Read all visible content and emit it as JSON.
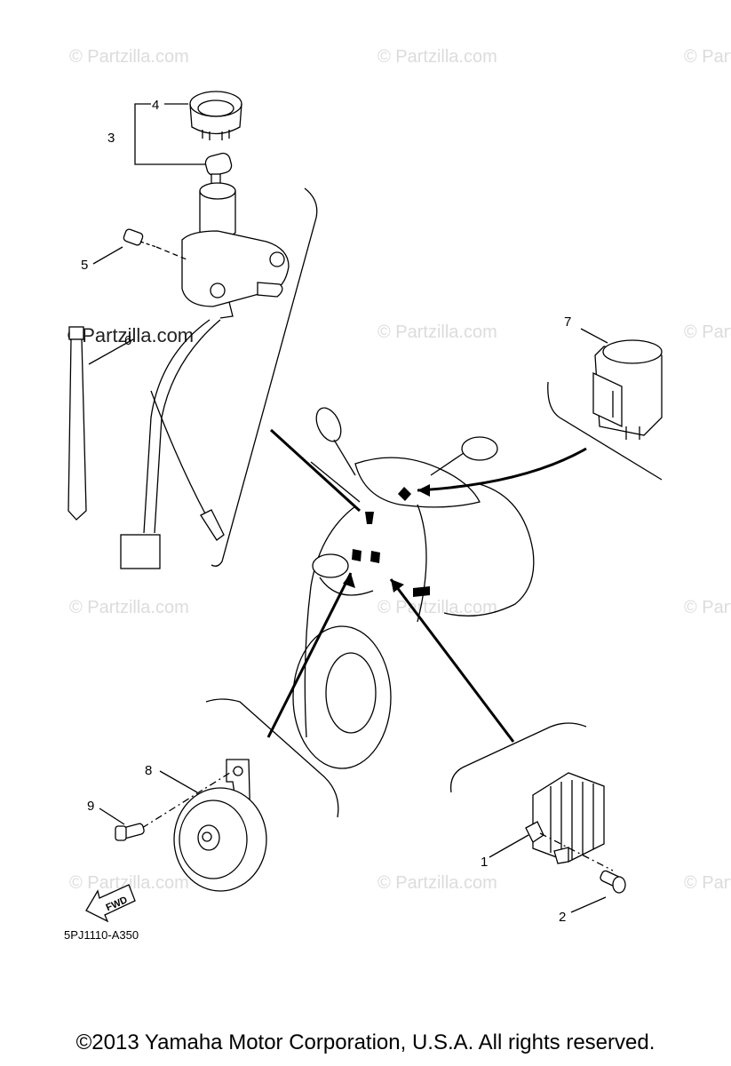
{
  "watermarks": {
    "text": "© Partzilla.com",
    "highlighted_text": "©Partzilla.com"
  },
  "callouts": [
    "1",
    "2",
    "3",
    "4",
    "5",
    "6",
    "7",
    "8",
    "9"
  ],
  "diagram_code": "5PJ1110-A350",
  "fwd_label": "FWD",
  "copyright": "©2013  Yamaha Motor Corporation, U.S.A. All rights reserved."
}
